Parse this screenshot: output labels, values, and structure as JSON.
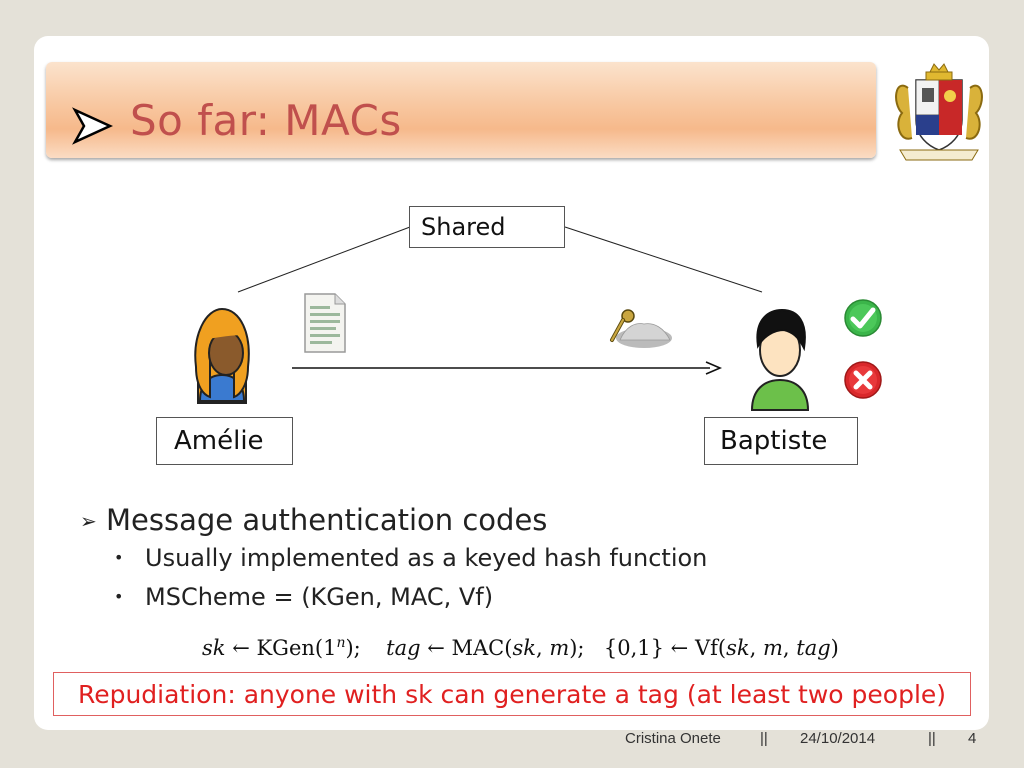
{
  "slide": {
    "title": "So far: MACs",
    "diagram": {
      "shared_label": "Shared",
      "sender_label": "Amélie",
      "receiver_label": "Baptiste",
      "icons": [
        "key-icon",
        "document-icon",
        "hashed-key-icon",
        "person-female-icon",
        "person-male-icon",
        "check-icon",
        "cross-icon"
      ]
    },
    "bullets": {
      "main": "Message authentication codes",
      "sub1": "Usually implemented as a keyed hash function",
      "sub2": "MSCheme = (KGen, MAC, Vf)"
    },
    "formula": {
      "sk": "sk",
      "kgen": "← KGen(1",
      "n": "n",
      "kgen_end": ");",
      "tag": "tag",
      "mac": "← MAC(",
      "sk2": "sk",
      "comma1": ", ",
      "m": "m",
      "mac_end": ");",
      "set": "{0,1} ← Vf(",
      "sk3": "sk",
      "comma2": ", ",
      "m2": "m",
      "comma3": ", ",
      "tag2": "tag",
      "vf_end": ")"
    },
    "repudiation": "Repudiation: anyone with sk can generate a tag (at least two people)",
    "footer": {
      "author": "Cristina Onete",
      "sep1": "||",
      "date": "24/10/2014",
      "sep2": "||",
      "page": "4"
    },
    "colors": {
      "title": "#c0504d",
      "repudiation": "#e02020",
      "check": "#3bb54a",
      "cross": "#d9282b"
    }
  }
}
